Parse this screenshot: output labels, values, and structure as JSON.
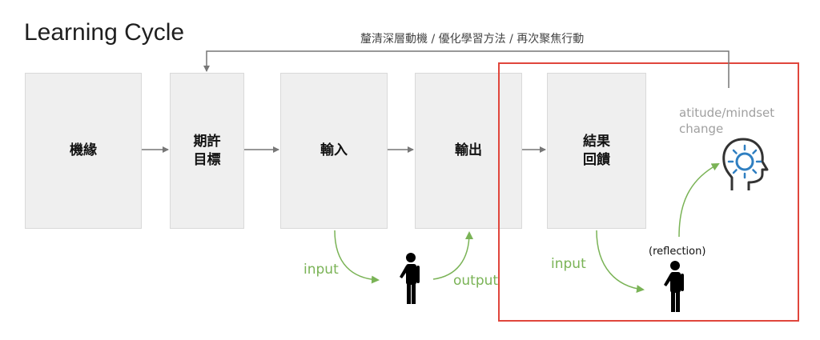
{
  "title": "Learning Cycle",
  "feedback_loop_label": "釐清深層動機 / 優化學習方法 / 再次聚焦行動",
  "boxes": [
    {
      "label": "機緣"
    },
    {
      "label": "期許\n目標"
    },
    {
      "label": "輸入"
    },
    {
      "label": "輸出"
    },
    {
      "label": "結果\n回饋"
    }
  ],
  "labels": {
    "input_left": "input",
    "output": "output",
    "input_right": "input",
    "reflection": "(reflection)",
    "attitude": "atitude/mindset\nchange"
  },
  "colors": {
    "box_fill": "#efefef",
    "arrow_gray": "#777777",
    "arrow_green": "#7ab356",
    "highlight_border": "#e0463c",
    "brain_blue": "#2f7fc1"
  },
  "icons": [
    "person-icon",
    "person-icon",
    "brain-head-icon"
  ]
}
